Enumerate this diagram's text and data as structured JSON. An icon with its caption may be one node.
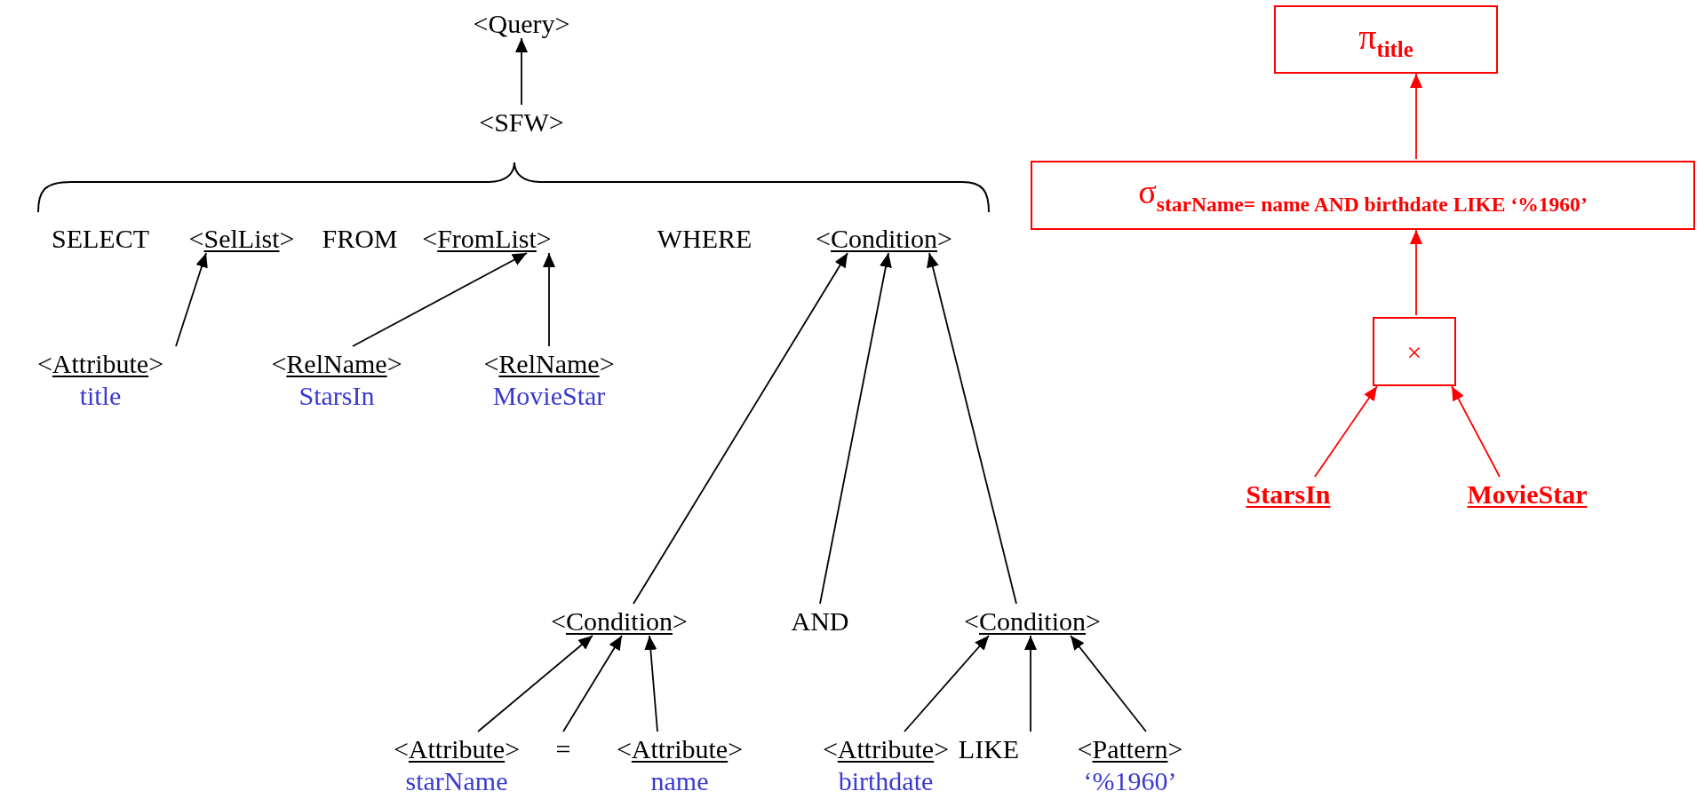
{
  "diagram": {
    "nodes": [
      {
        "text": [
          "<Query>"
        ]
      },
      {
        "text": [
          "<SFW>"
        ]
      },
      {
        "text": [
          "<SelList>"
        ]
      },
      {
        "text": [
          "<FromList>"
        ]
      },
      {
        "text": [
          "<Condition>"
        ]
      },
      {
        "text": [
          "<Attribute>",
          "title"
        ]
      },
      {
        "text": [
          "<RelName>",
          "StarsIn"
        ]
      },
      {
        "text": [
          "<RelName>",
          "MovieStar"
        ]
      },
      {
        "text": [
          "<Condition>"
        ]
      },
      {
        "text": [
          "AND"
        ]
      },
      {
        "text": [
          "<Condition>"
        ]
      },
      {
        "text": [
          "<Attribute>",
          "starName"
        ]
      },
      {
        "text": [
          "="
        ]
      },
      {
        "text": [
          "<Attribute>",
          "name"
        ]
      },
      {
        "text": [
          "<Attribute>",
          "birthdate"
        ]
      },
      {
        "text": [
          "LIKE"
        ]
      },
      {
        "text": [
          "<Pattern>",
          "‘%1960’"
        ]
      },
      {
        "text": [
          "π$_{title}$"
        ]
      },
      {
        "text": [
          "σ$_{starName= name AND birthdate LIKE ‘%1960’}$"
        ]
      },
      {
        "text": [
          "×"
        ]
      },
      {
        "text": [
          "StarsIn"
        ]
      },
      {
        "text": [
          "MovieStar"
        ]
      }
    ],
    "edges": [
      {
        "from": 1,
        "to": 0,
        "arrow": "to"
      },
      {
        "from": 5,
        "to": 2,
        "arrow": "to"
      },
      {
        "from": 6,
        "to": 3,
        "arrow": "to"
      },
      {
        "from": 7,
        "to": 3,
        "arrow": "to"
      },
      {
        "from": 8,
        "to": 4,
        "arrow": "to"
      },
      {
        "from": 9,
        "to": 4,
        "arrow": "to"
      },
      {
        "from": 10,
        "to": 4,
        "arrow": "to"
      },
      {
        "from": 11,
        "to": 8,
        "arrow": "to"
      },
      {
        "from": 12,
        "to": 8,
        "arrow": "to"
      },
      {
        "from": 13,
        "to": 8,
        "arrow": "to"
      },
      {
        "from": 14,
        "to": 10,
        "arrow": "to"
      },
      {
        "from": 15,
        "to": 10,
        "arrow": "to"
      },
      {
        "from": 16,
        "to": 10,
        "arrow": "to"
      },
      {
        "from": 18,
        "to": 17,
        "arrow": "to",
        "color": "#ff0000"
      },
      {
        "from": 19,
        "to": 18,
        "arrow": "to",
        "color": "#ff0000"
      },
      {
        "from": 20,
        "to": 19,
        "arrow": "to",
        "color": "#ff0000"
      },
      {
        "from": 21,
        "to": 19,
        "arrow": "to",
        "color": "#ff0000"
      }
    ],
    "labels": [
      "SELECT",
      "FROM",
      "WHERE"
    ]
  }
}
